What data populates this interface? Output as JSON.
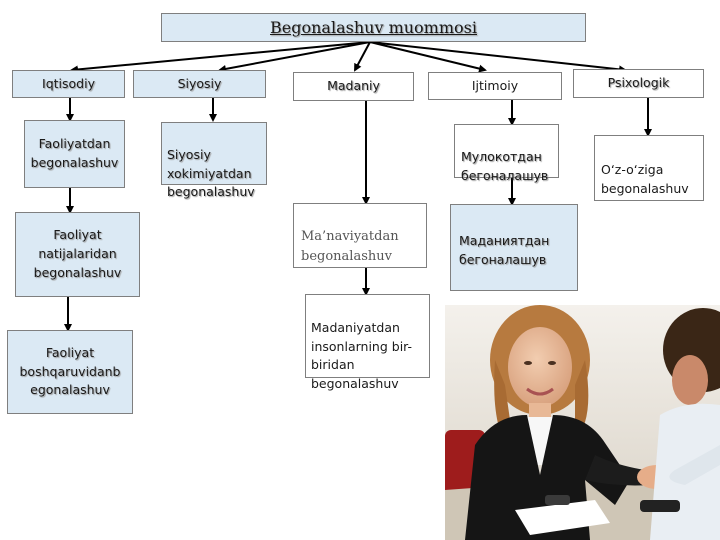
{
  "diagram": {
    "title": "Begonalashuv muommosi",
    "categories": {
      "iqtisodiy": "Iqtisodiy",
      "siyosiy": "Siyosiy",
      "madaniy": "Madaniy",
      "ijtimoiy": "Ijtimoiy",
      "psixologik": "Psixologik"
    },
    "sub": {
      "iqt_1": "Faoliyatdan\nbegonalashuv",
      "iqt_2": "Faoliyat\nnatijalaridan\nbegonalashuv",
      "iqt_3": "Faoliyat\nboshqaruvidanb\negonalashuv",
      "siyosiy_1": "Siyosiy\nxokimiyatdan\nbegonalashuv",
      "madaniy_1": "Ma’naviyatdan\nbegonalashuv",
      "madaniy_2": "Madaniyatdan\ninsonlarning bir-\nbiridan\nbegonalashuv",
      "ijt_1": "Мулокотдан\nбегоналашув",
      "ijt_2": "Маданиятдан\nбегоналашув",
      "psix_1": "O‘z-o‘ziga\nbegonalashuv"
    }
  }
}
